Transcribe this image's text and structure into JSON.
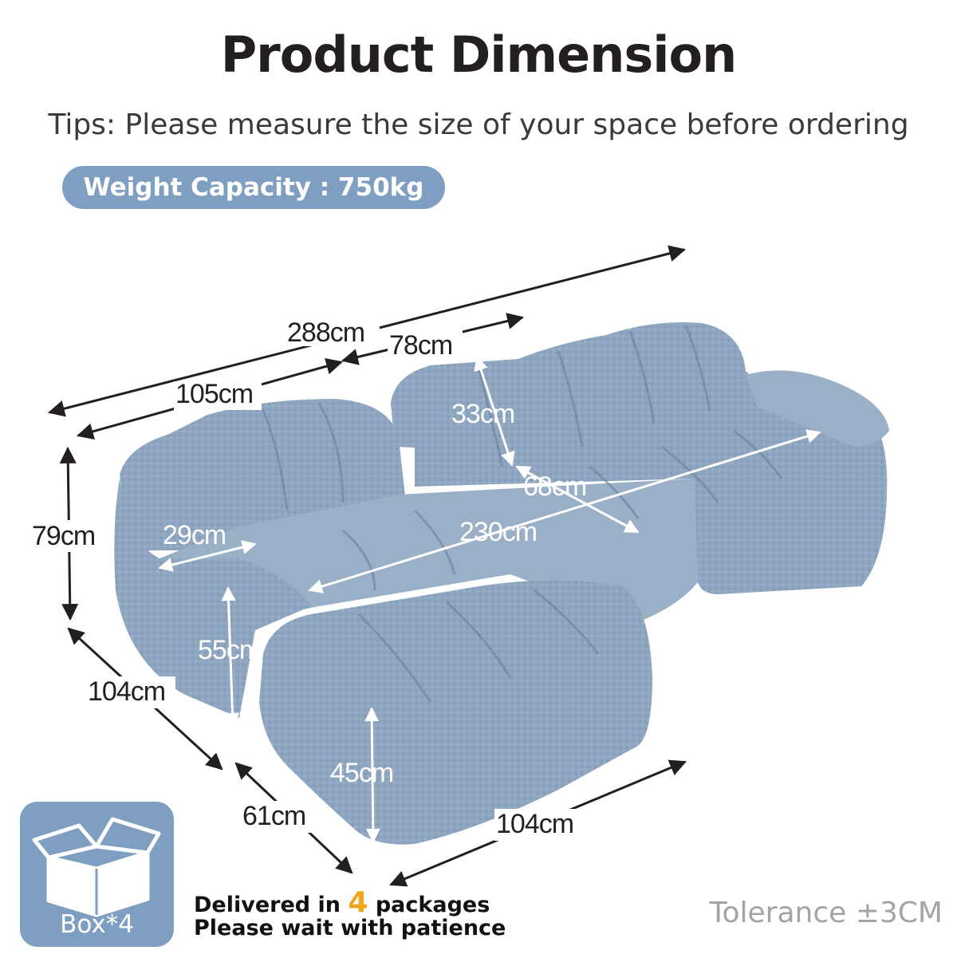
{
  "header": {
    "title": "Product Dimension",
    "tips": "Tips: Please measure the size of your space before ordering"
  },
  "capacity_badge": "Weight Capacity : 750kg",
  "dimensions": {
    "total_length": "288cm",
    "right_section": "78cm",
    "left_section": "105cm",
    "back_cushion_height": "33cm",
    "seat_depth_right": "68cm",
    "total_height": "79cm",
    "arm_width": "29cm",
    "seat_length": "230cm",
    "seat_height_back": "55cm",
    "side_depth": "104cm",
    "ottoman_height": "45cm",
    "ottoman_width": "61cm",
    "ottoman_length": "104cm"
  },
  "packaging": {
    "box_label": "Box*4",
    "delivered_prefix": "Delivered in",
    "package_count": "4",
    "delivered_suffix": "packages",
    "patience_note": "Please wait with patience"
  },
  "tolerance": "Tolerance ±3CM",
  "colors": {
    "badge": "#7f9fc2",
    "sofa": "#8ea6bf",
    "accent_number": "#f3a51f",
    "tolerance_text": "#a4a4a4"
  }
}
